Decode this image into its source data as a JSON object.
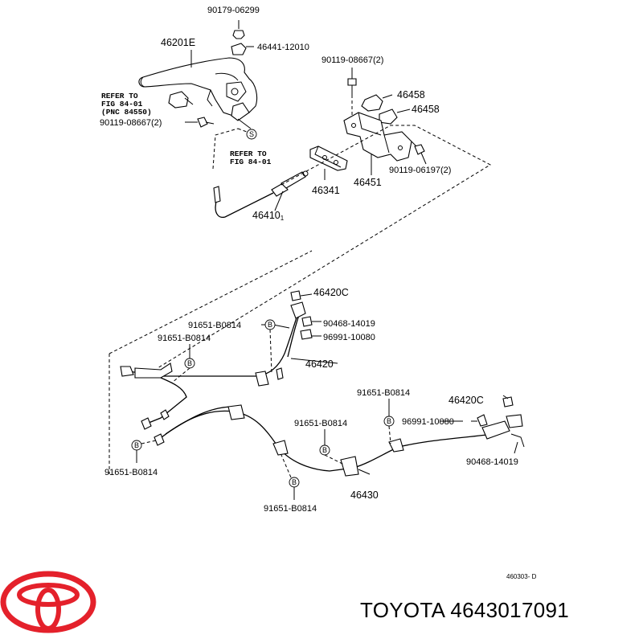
{
  "parts": {
    "nut_top": "90179-06299",
    "lever": "46201E",
    "cover_cap": "46441-12010",
    "bolt_left": "90119-08667(2)",
    "bolt_right": "90119-08667(2)",
    "pad_1": "46458",
    "pad_2": "46458",
    "bracket": "46451",
    "bolt_bracket": "90119-06197(2)",
    "equalizer": "46341",
    "front_cable": "46410",
    "front_cable_suffix": "1",
    "retainer_top": "46420C",
    "clip_b1": "91651-B0814",
    "clip_b2": "91651-B0814",
    "clip_a_top": "90468-14019",
    "clip_c_top": "96991-10080",
    "cable_left": "46420",
    "clip_b3": "91651-B0814",
    "retainer_right": "46420C",
    "clip_c_right": "96991-10080",
    "clip_b4": "91651-B0814",
    "clip_b5": "91651-B0814",
    "clip_a_right": "90468-14019",
    "cable_right": "46430",
    "clip_b6": "91651-B0814"
  },
  "refer_notes": {
    "ref1_line1": "REFER TO",
    "ref1_line2": "FIG 84-01",
    "ref1_line3": "(PNC 84550)",
    "ref2_line1": "REFER TO",
    "ref2_line2": "FIG 84-01"
  },
  "symbols": {
    "s": "S",
    "b": "B"
  },
  "diagram_code": "460303- D",
  "footer": {
    "brand": "TOYOTA 4643017091"
  },
  "colors": {
    "logo_red": "#e4212b",
    "ink": "#000000",
    "background": "#ffffff"
  }
}
